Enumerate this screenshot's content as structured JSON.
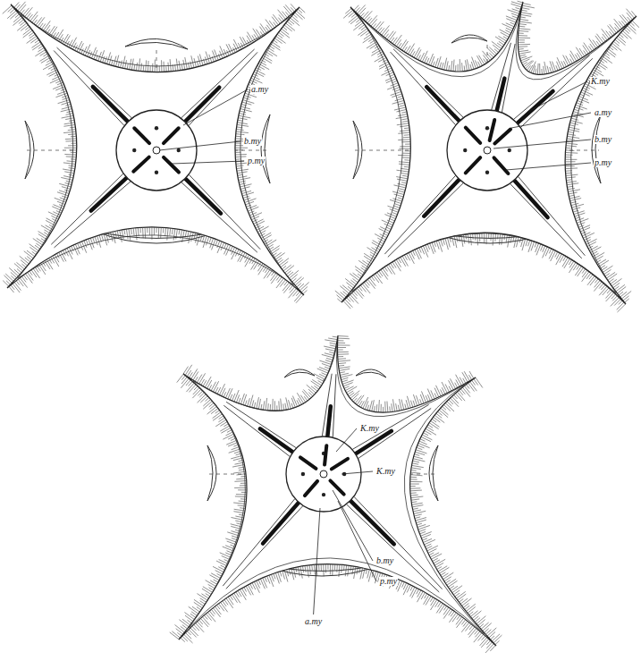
{
  "diagram": {
    "labels": [
      "a.my",
      "b.my",
      "p.my",
      "K.my",
      "a.my",
      "b.my",
      "p.my",
      "K.my",
      "K.my",
      "b.my",
      "p.my",
      "a.my"
    ]
  }
}
